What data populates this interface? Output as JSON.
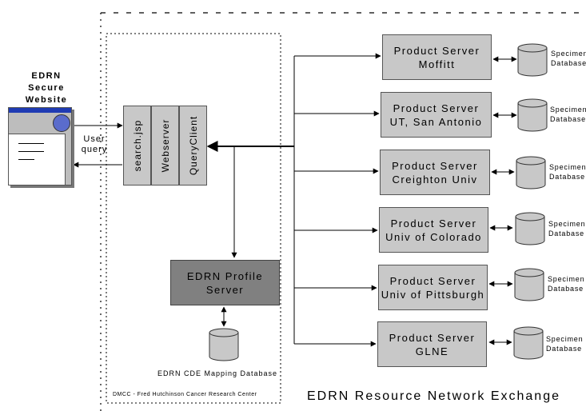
{
  "website": {
    "title_lines": [
      "EDRN",
      "Secure",
      "Website"
    ]
  },
  "user_query": {
    "lines": [
      "User",
      "query"
    ]
  },
  "dmcc_components": [
    "search.jsp",
    "Webserver",
    "QueryClient"
  ],
  "profile_server": {
    "lines": [
      "EDRN Profile",
      "Server"
    ],
    "db_label": "EDRN CDE Mapping Database"
  },
  "dmcc_label": "DMCC - Fred Hutchinson Cancer Research Center",
  "network_label": "EDRN Resource Network Exchange",
  "product_servers": [
    {
      "line1": "Product Server",
      "line2": "Moffitt",
      "db_lines": [
        "Specimen",
        "Database"
      ]
    },
    {
      "line1": "Product Server",
      "line2": "UT, San Antonio",
      "db_lines": [
        "Specimen",
        "Database"
      ]
    },
    {
      "line1": "Product Server",
      "line2": "Creighton Univ",
      "db_lines": [
        "Specimen",
        "Database"
      ]
    },
    {
      "line1": "Product Server",
      "line2": "Univ of Colorado",
      "db_lines": [
        "Specimen",
        "Database"
      ]
    },
    {
      "line1": "Product Server",
      "line2": "Univ of Pittsburgh",
      "db_lines": [
        "Specimen",
        "Database"
      ]
    },
    {
      "line1": "Product Server",
      "line2": "GLNE",
      "db_lines": [
        "Specimen",
        "Database"
      ]
    }
  ],
  "colors": {
    "box_fill": "#c8c8c8",
    "profile_fill": "#808080",
    "browser_titlebar": "#1f3bb3",
    "browser_button": "#5a6ccc"
  }
}
